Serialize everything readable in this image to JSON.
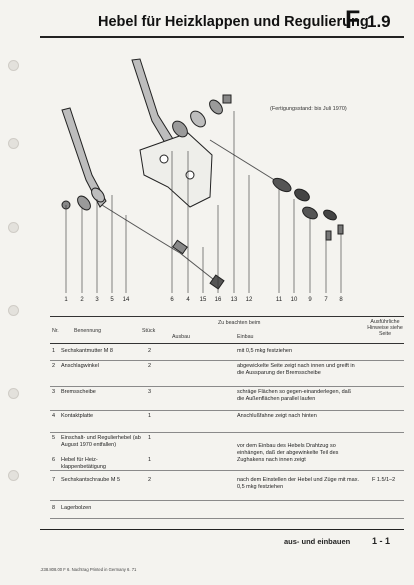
{
  "header": {
    "title": "Hebel für Heizklappen und Regulierung",
    "section_letter": "F",
    "section_number": "1.9"
  },
  "figure": {
    "stand": "(Fertigungsstand: bis Juli 1970)",
    "callouts": [
      "1",
      "2",
      "3",
      "5",
      "14",
      "6",
      "4",
      "15",
      "16",
      "13",
      "12",
      "11",
      "10",
      "9",
      "7",
      "8"
    ]
  },
  "table": {
    "headers": {
      "nr": "Nr.",
      "benennung": "Benennung",
      "stueck": "Stück",
      "zu_beachten": "Zu beachten beim",
      "ausbau": "Ausbau",
      "einbau": "Einbau",
      "hinweise": "Ausführliche Hinweise siehe Seite"
    },
    "rows": [
      {
        "nr": "1",
        "name": "Sechskantmutter M 8",
        "qty": "2",
        "einbau": "mit 0,5 mkg festziehen",
        "ref": ""
      },
      {
        "nr": "2",
        "name": "Anschlagwinkel",
        "qty": "2",
        "einbau": "abgewickelte Seite zeigt nach innen und greift in die Aussparung der Bremsscheibe",
        "ref": ""
      },
      {
        "nr": "3",
        "name": "Bremsscheibe",
        "qty": "3",
        "einbau": "schräge Flächen so gegen-einanderlegen, daß die Außenflächen parallel laufen",
        "ref": ""
      },
      {
        "nr": "4",
        "name": "Kontaktplatte",
        "qty": "1",
        "einbau": "Anschlußfahne zeigt nach hinten",
        "ref": ""
      },
      {
        "nr": "5",
        "name": "Einschalt- und Regulierhebel (ab August 1970 entfallen)",
        "qty": "1",
        "einbau": "vor dem Einbau des Hebels Drahtzug so einhängen, daß der abgewinkelte Teil des Zughakens nach innen zeigt",
        "ref": ""
      },
      {
        "nr": "6",
        "name": "Hebel für Heiz-klappenbetätigung",
        "qty": "1",
        "einbau": "",
        "ref": ""
      },
      {
        "nr": "7",
        "name": "Sechskantschraube M 5",
        "qty": "2",
        "einbau": "nach dem Einstellen der Hebel und Züge mit max. 0,5 mkg festziehen",
        "ref": "F 1.5/1–2"
      },
      {
        "nr": "8",
        "name": "Lagerbolzen",
        "qty": "",
        "einbau": "",
        "ref": ""
      }
    ]
  },
  "footer": {
    "label": "aus- und einbauen",
    "page": "1 - 1",
    "printinfo": ".238.808.00   F  6. Nachtrag   Printed in Germany   6. 71"
  }
}
